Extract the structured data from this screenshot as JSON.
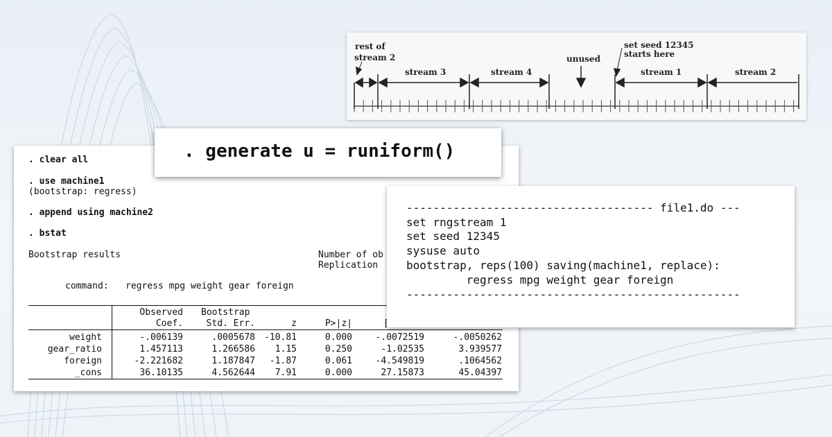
{
  "diagram": {
    "labels": {
      "rest_of": "rest of",
      "stream2_a": "stream 2",
      "stream3": "stream 3",
      "stream4": "stream 4",
      "unused": "unused",
      "set_seed": "set seed 12345",
      "starts_here": "starts here",
      "stream1": "stream 1",
      "stream2_b": "stream 2"
    }
  },
  "generate": {
    "command": ". generate u = runiform()"
  },
  "stata": {
    "lines": {
      "clear": ". clear all",
      "use": ". use machine1",
      "use_note": "(bootstrap: regress)",
      "append": ". append using machine2",
      "bstat": ". bstat",
      "results_title": "Bootstrap results",
      "nobs_label": "Number of ob",
      "reps_label": "Replication",
      "command_label": "command:",
      "command_value": "regress mpg weight gear foreign"
    },
    "table": {
      "header1": [
        "Observed",
        "Bootstrap"
      ],
      "header2": [
        "Coef.",
        "Std. Err.",
        "z",
        "P>|z|",
        "["
      ],
      "rows": [
        {
          "name": "weight",
          "coef": "-.006139",
          "se": ".0005678",
          "z": "-10.81",
          "p": "0.000",
          "lo": "-.0072519",
          "hi": "-.0050262"
        },
        {
          "name": "gear_ratio",
          "coef": "1.457113",
          "se": "1.266586",
          "z": "1.15",
          "p": "0.250",
          "lo": "-1.02535",
          "hi": "3.939577"
        },
        {
          "name": "foreign",
          "coef": "-2.221682",
          "se": "1.187847",
          "z": "-1.87",
          "p": "0.061",
          "lo": "-4.549819",
          "hi": ".1064562"
        },
        {
          "name": "_cons",
          "coef": "36.10135",
          "se": "4.562644",
          "z": "7.91",
          "p": "0.000",
          "lo": "27.15873",
          "hi": "45.04397"
        }
      ]
    }
  },
  "dofile": {
    "lines": [
      "------------------------------------- file1.do ---",
      "set rngstream 1",
      "set seed 12345",
      "sysuse auto",
      "bootstrap, reps(100) saving(machine1, replace):",
      "         regress mpg weight gear foreign",
      "--------------------------------------------------"
    ]
  }
}
